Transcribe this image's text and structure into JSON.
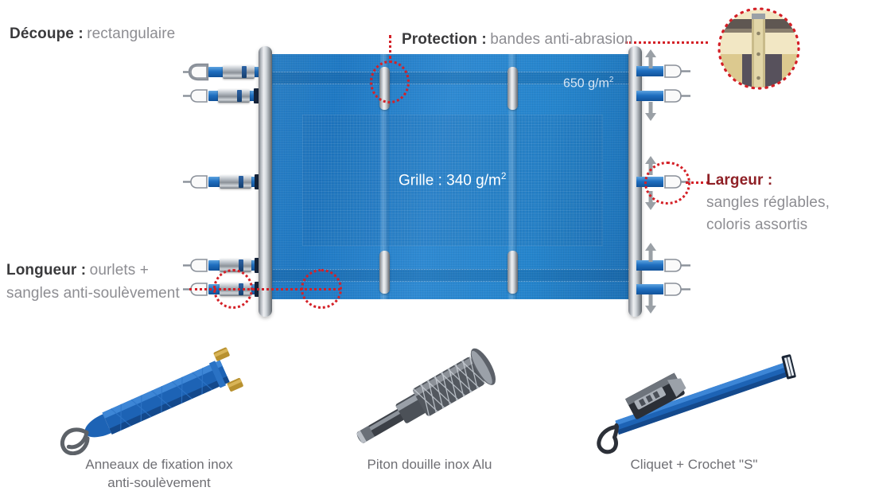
{
  "labels": {
    "decoupe": {
      "key": "Découpe :",
      "value": "rectangulaire"
    },
    "protection": {
      "key": "Protection :",
      "value": "bandes anti-abrasion"
    },
    "longueur": {
      "key": "Longueur :",
      "value": "ourlets +",
      "line2": "sangles anti-soulèvement"
    },
    "largeur": {
      "key": "Largeur :",
      "line1": "sangles réglables,",
      "line2": "coloris assortis"
    }
  },
  "mesh": {
    "fabric_weight": "650 g/m",
    "fabric_weight_sup": "2",
    "grid_label": "Grille : 340 g/m",
    "grid_label_sup": "2"
  },
  "products": [
    {
      "name": "anneaux-de-fixation",
      "caption_line1": "Anneaux de fixation inox",
      "caption_line2": "anti-soulèvement"
    },
    {
      "name": "piton-douille",
      "caption_line1": "Piton douille inox Alu",
      "caption_line2": ""
    },
    {
      "name": "cliquet-crochet",
      "caption_line1": "Cliquet + Crochet \"S\"",
      "caption_line2": ""
    }
  ],
  "colors": {
    "callout_red": "#d42027",
    "label_dark": "#3a3a3c",
    "label_gray": "#8d8d92",
    "label_maroon": "#8f2026",
    "mesh_blue": "#2585cd",
    "strap_blue": "#1f6fc0"
  }
}
